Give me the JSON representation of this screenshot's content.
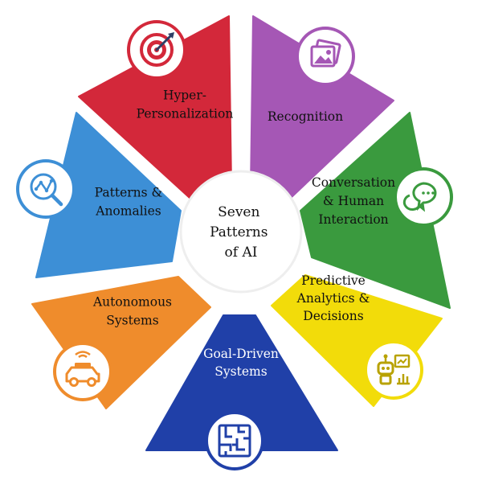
{
  "center": {
    "lines": [
      "Seven",
      "Patterns",
      "of AI"
    ]
  },
  "patterns": [
    {
      "id": "hyper-personalization",
      "lines": [
        "Hyper-",
        "Personalization"
      ],
      "color": "#d3283a",
      "text_light": false,
      "icon": "target-icon"
    },
    {
      "id": "recognition",
      "lines": [
        "Recognition"
      ],
      "color": "#a557b5",
      "text_light": false,
      "icon": "image-recognition-icon"
    },
    {
      "id": "conversation",
      "lines": [
        "Conversation",
        "& Human",
        "Interaction"
      ],
      "color": "#3a9a3e",
      "text_light": false,
      "icon": "chat-bubbles-icon"
    },
    {
      "id": "predictive-analytics",
      "lines": [
        "Predictive",
        "Analytics &",
        "Decisions"
      ],
      "color": "#f2dc0a",
      "text_light": false,
      "icon": "robot-analytics-icon"
    },
    {
      "id": "goal-driven",
      "lines": [
        "Goal-Driven",
        "Systems"
      ],
      "color": "#2040a8",
      "text_light": true,
      "icon": "maze-icon"
    },
    {
      "id": "autonomous",
      "lines": [
        "Autonomous",
        "Systems"
      ],
      "color": "#ef8c2c",
      "text_light": false,
      "icon": "autonomous-car-icon"
    },
    {
      "id": "patterns-anomalies",
      "lines": [
        "Patterns &",
        "Anomalies"
      ],
      "color": "#3d8fd6",
      "text_light": false,
      "icon": "magnifier-graph-icon"
    }
  ]
}
